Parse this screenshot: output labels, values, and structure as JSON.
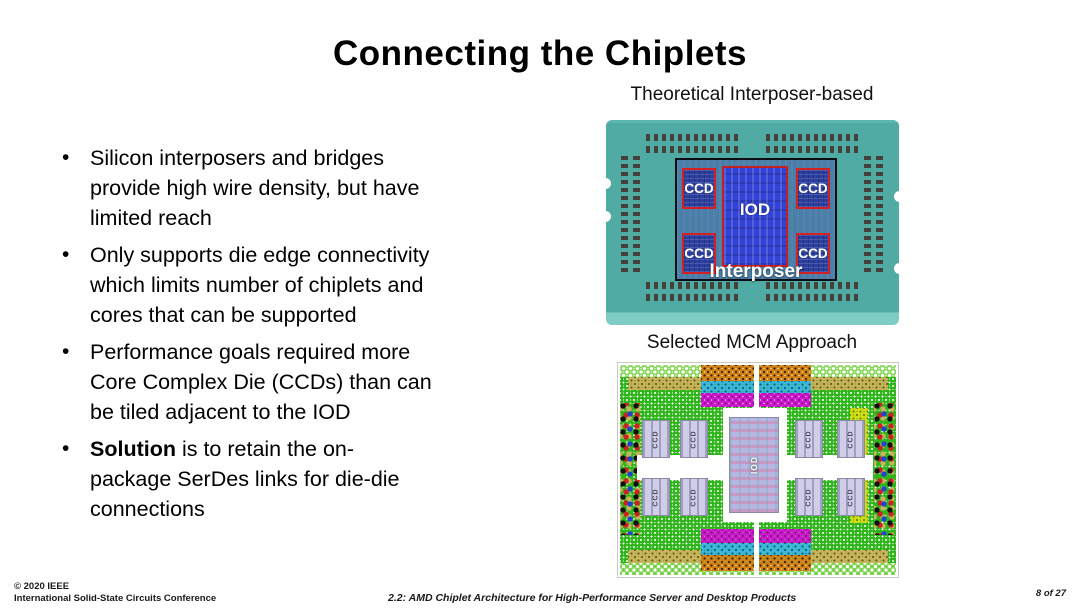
{
  "title": "Connecting the Chiplets",
  "bullets": [
    {
      "text": "Silicon interposers and bridges\nprovide high wire density, but have\nlimited reach"
    },
    {
      "text": "Only supports die edge connectivity\nwhich limits number of chiplets and\ncores that can be supported"
    },
    {
      "text": "Performance goals required more\nCore Complex Die (CCDs) than can\nbe tiled adjacent to the IOD"
    },
    {
      "bold": "Solution",
      "text": " is to retain the on-\npackage SerDes links for die-die\nconnections"
    }
  ],
  "bullet_marker": "•",
  "figures": {
    "interposer": {
      "caption": "Theoretical Interposer-based",
      "ccd_label": "CCD",
      "iod_label": "IOD",
      "interposer_label": "Interposer"
    },
    "mcm": {
      "caption": "Selected MCM Approach",
      "ccd_label": "CCD",
      "iod_label": "IOD"
    }
  },
  "footer": {
    "copyright": "© 2020 IEEE",
    "conference": "International Solid-State Circuits Conference",
    "session": "2.2: AMD Chiplet Architecture for High-Performance Server and Desktop Products",
    "page": "8 of 27"
  },
  "colors": {
    "substrate_teal": "#4faba4",
    "interposer_blue": "#4a7da8",
    "die_blue": "#2c3f9e",
    "iod_blue": "#3343d6",
    "die_outline_red": "#d42020",
    "mcm_green": "#2fb51b",
    "mcm_magenta": "#cb18cb",
    "mcm_cyan": "#3ab6dc",
    "mcm_orange": "#d08114",
    "mcm_die_lavender": "#cfcde8"
  }
}
